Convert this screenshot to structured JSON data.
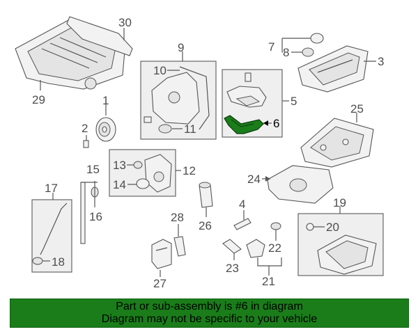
{
  "callouts": {
    "n1": "1",
    "n2": "2",
    "n3": "3",
    "n4": "4",
    "n5": "5",
    "n6": "6",
    "n7": "7",
    "n8": "8",
    "n9": "9",
    "n10": "10",
    "n11": "11",
    "n12": "12",
    "n13": "13",
    "n14": "14",
    "n15": "15",
    "n16": "16",
    "n17": "17",
    "n18": "18",
    "n19": "19",
    "n20": "20",
    "n21": "21",
    "n22": "22",
    "n23": "23",
    "n24": "24",
    "n25": "25",
    "n26": "26",
    "n27": "27",
    "n28": "28",
    "n29": "29",
    "n30": "30"
  },
  "highlight": {
    "part": "6",
    "color": "#1a7d1a"
  },
  "banner": {
    "line1": "Part or sub-assembly is #6 in diagram",
    "line2": "Diagram may not be specific to your vehicle",
    "color": "#1a7d1a"
  }
}
